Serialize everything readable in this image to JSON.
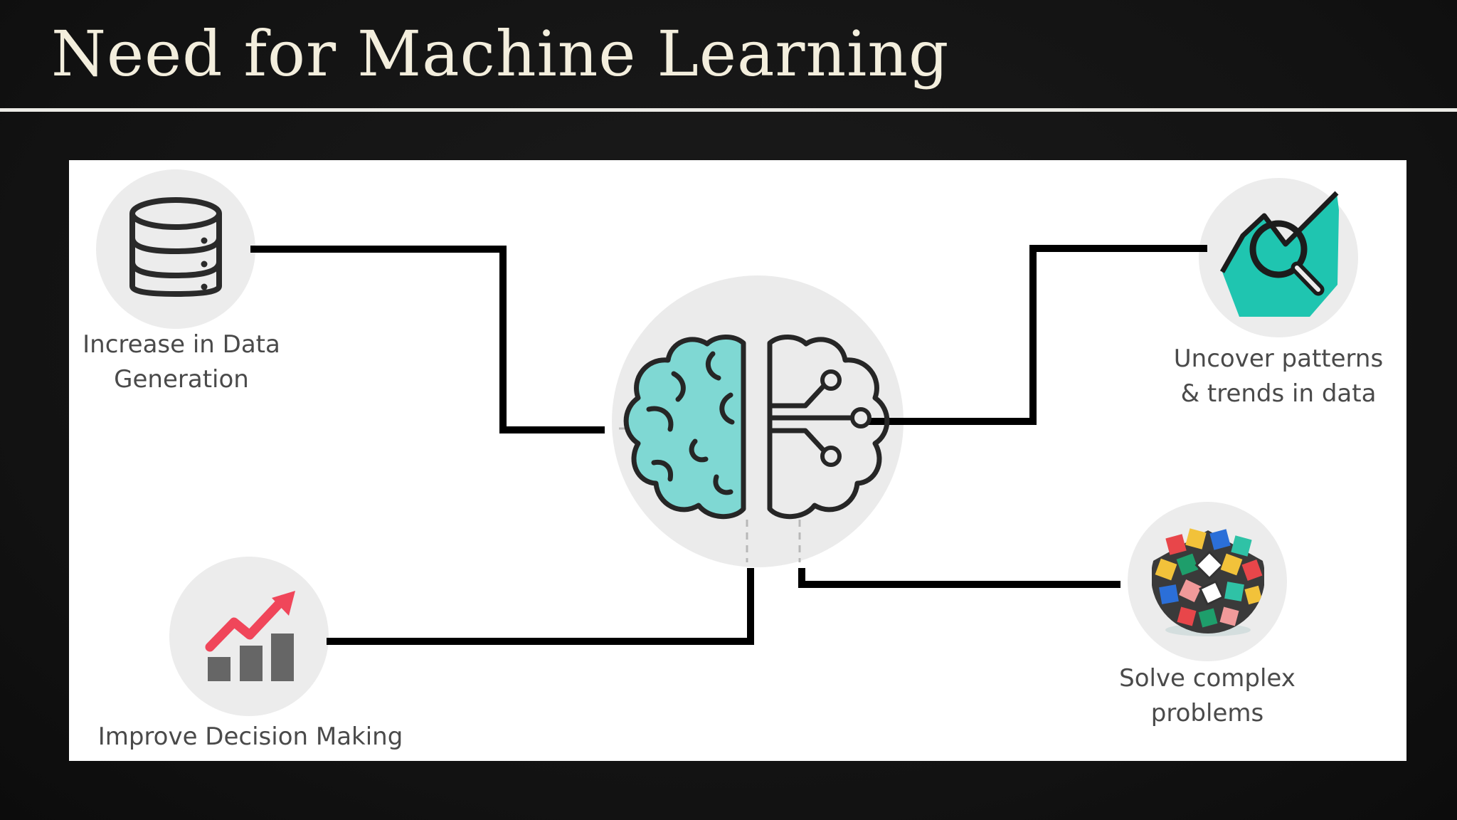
{
  "slide": {
    "title": "Need for Machine Learning"
  },
  "nodes": {
    "data_generation": {
      "label_line1": "Increase in Data",
      "label_line2": "Generation",
      "icon": "database-icon"
    },
    "patterns": {
      "label_line1": "Uncover patterns",
      "label_line2": "& trends in data",
      "icon": "magnifier-chart-icon"
    },
    "decision": {
      "label_line1": "Improve Decision Making",
      "icon": "growth-bar-chart-icon"
    },
    "problems": {
      "label_line1": "Solve complex",
      "label_line2": "problems",
      "icon": "rubiks-cube-icon"
    },
    "center": {
      "icon": "brain-circuit-icon"
    }
  },
  "colors": {
    "teal": "#7fd8d3",
    "teal_dark": "#1fc5b0",
    "red": "#f0465a",
    "bar_gray": "#6b6b6b",
    "circle_bg": "#eeeeee",
    "connector": "#000000",
    "title_text": "#f3eedd",
    "label_text": "#4a4a4a"
  }
}
